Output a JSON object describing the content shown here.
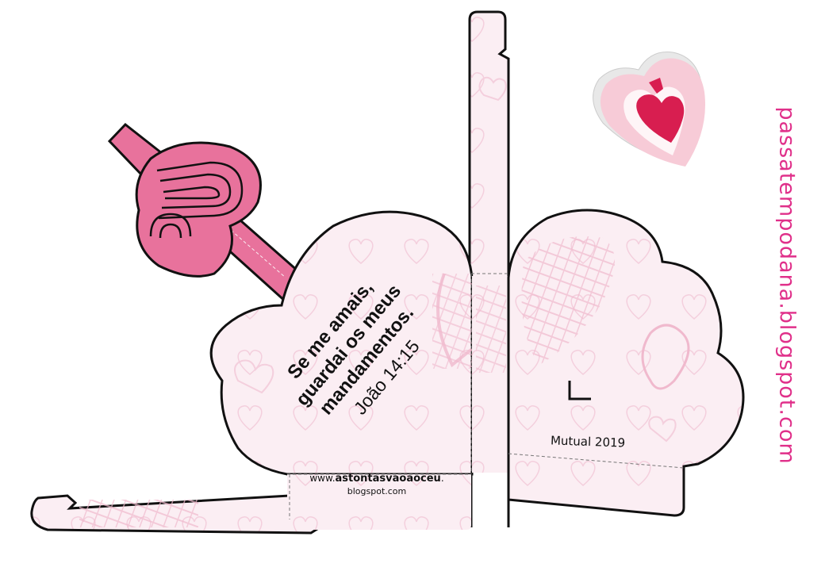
{
  "card": {
    "verse_line1": "Se me amais,",
    "verse_line2": "guardai os meus",
    "verse_line3": "mandamentos.",
    "reference": "João 14:15",
    "blog_prefix": "www.",
    "blog_name": "astontasvaoaoceu",
    "blog_dot": ".",
    "blog_domain": "blogspot.com",
    "signature": "Mutual 2019"
  },
  "side_url": "passatempodana.blogspot.com",
  "colors": {
    "pink_strong": "#e8729c",
    "pink_light": "#fbeef3",
    "accent_magenta": "#e0308a",
    "heart_red": "#d81e50",
    "outline": "#111111"
  }
}
